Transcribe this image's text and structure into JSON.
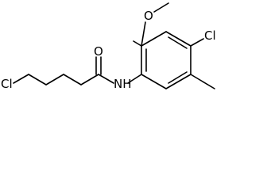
{
  "molecule": {
    "atoms": {
      "cl_chain": "Cl",
      "oxygen_carbonyl": "O",
      "nitrogen_amide": "NH",
      "oxygen_methoxy": "O",
      "cl_ring": "Cl"
    }
  }
}
